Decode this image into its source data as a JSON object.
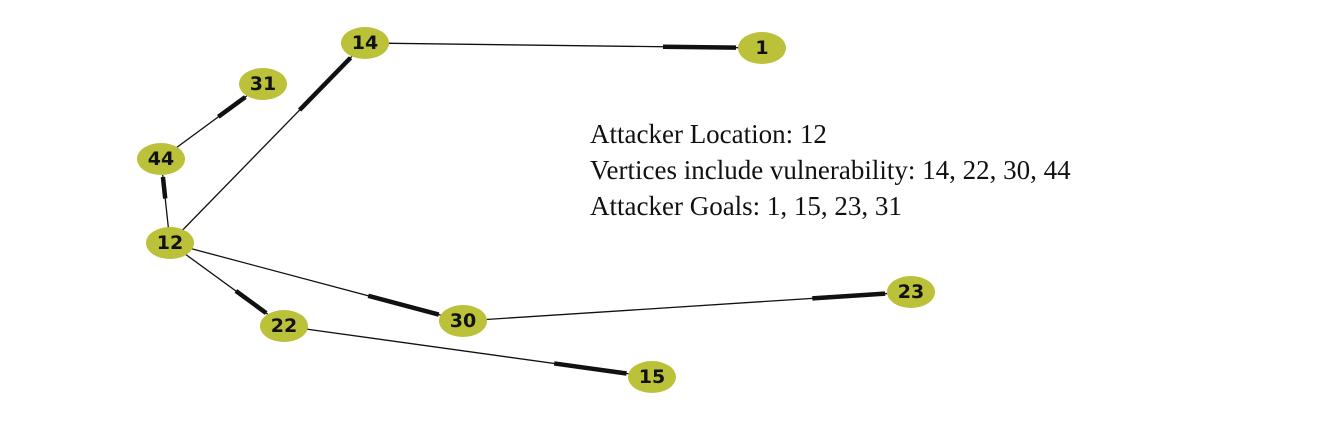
{
  "colors": {
    "node_fill": "#bcc13a",
    "edge": "#111111",
    "text": "#111111"
  },
  "info": {
    "attacker_location": "Attacker Location: 12",
    "vulnerable_vertices": "Vertices include vulnerability: 14, 22, 30, 44",
    "attacker_goals": "Attacker Goals: 1, 15, 23, 31"
  },
  "graph": {
    "nodes": [
      {
        "id": "14",
        "label": "14"
      },
      {
        "id": "1",
        "label": "1"
      },
      {
        "id": "31",
        "label": "31"
      },
      {
        "id": "44",
        "label": "44"
      },
      {
        "id": "12",
        "label": "12"
      },
      {
        "id": "22",
        "label": "22"
      },
      {
        "id": "30",
        "label": "30"
      },
      {
        "id": "23",
        "label": "23"
      },
      {
        "id": "15",
        "label": "15"
      }
    ],
    "edges": [
      {
        "from": "14",
        "to": "1",
        "directed": true
      },
      {
        "from": "44",
        "to": "31",
        "directed": true
      },
      {
        "from": "12",
        "to": "44",
        "directed": true
      },
      {
        "from": "12",
        "to": "14",
        "directed": true
      },
      {
        "from": "12",
        "to": "22",
        "directed": true
      },
      {
        "from": "12",
        "to": "30",
        "directed": true
      },
      {
        "from": "30",
        "to": "23",
        "directed": true
      },
      {
        "from": "22",
        "to": "15",
        "directed": true
      }
    ]
  }
}
